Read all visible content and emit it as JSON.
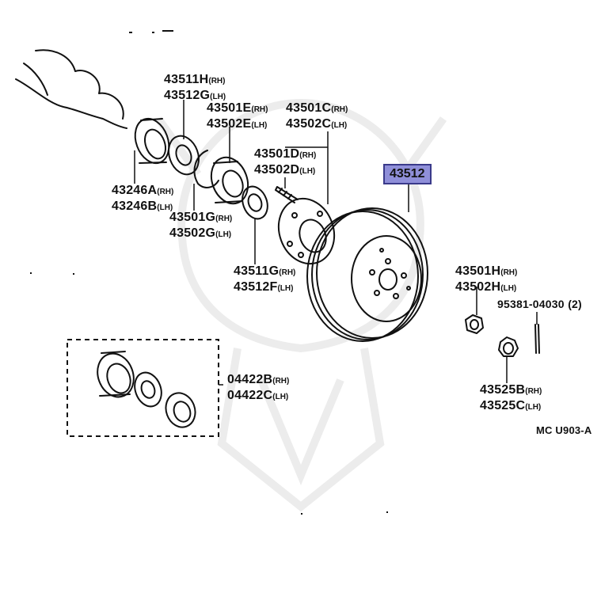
{
  "labels": {
    "lbl_43511": {
      "a": "43511H",
      "b": "(RH)",
      "c": "43512G",
      "d": "(LH)"
    },
    "lbl_43501e": {
      "a": "43501E",
      "b": "(RH)",
      "c": "43502E",
      "d": "(LH)"
    },
    "lbl_43501c": {
      "a": "43501C",
      "b": "(RH)",
      "c": "43502C",
      "d": "(LH)"
    },
    "lbl_43501d": {
      "a": "43501D",
      "b": "(RH)",
      "c": "43502D",
      "d": "(LH)"
    },
    "lbl_43246": {
      "a": "43246A",
      "b": "(RH)",
      "c": "43246B",
      "d": "(LH)"
    },
    "lbl_43501g": {
      "a": "43501G",
      "b": "(RH)",
      "c": "43502G",
      "d": "(LH)"
    },
    "lbl_43511g": {
      "a": "43511G",
      "b": "(RH)",
      "c": "43512F",
      "d": "(LH)"
    },
    "lbl_43501h": {
      "a": "43501H",
      "b": "(RH)",
      "c": "43502H",
      "d": "(LH)"
    },
    "lbl_95381": {
      "a": "95381-04030",
      "b": "(2)"
    },
    "lbl_04422": {
      "a": "04422B",
      "b": "(RH)",
      "c": "04422C",
      "d": "(LH)"
    },
    "lbl_43525": {
      "a": "43525B",
      "b": "(RH)",
      "c": "43525C",
      "d": "(LH)"
    },
    "highlight": "43512",
    "code": "MC U903-A"
  },
  "colors": {
    "line": "#111111",
    "highlight_fill": "#8f8fd9",
    "highlight_border": "#3a3a8a",
    "watermark": "#ededed"
  }
}
